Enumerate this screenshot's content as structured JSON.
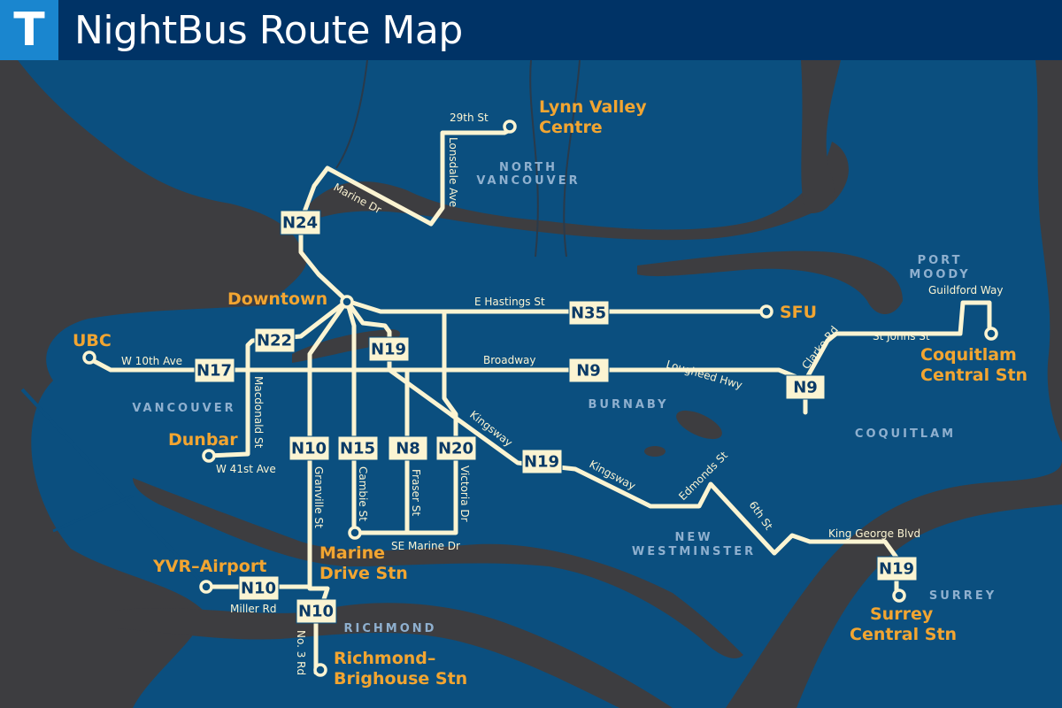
{
  "header": {
    "logo_letter": "T",
    "title": "NightBus Route Map"
  },
  "colors": {
    "header_bg": "#003366",
    "logo_bg": "#1a86cf",
    "water": "#3d3d40",
    "land": "#0b4f7f",
    "route_line": "#fbf4d2",
    "destination_text": "#f2a531",
    "area_text": "#8fb0cf"
  },
  "areas": {
    "north_vancouver_1": "NORTH",
    "north_vancouver_2": "VANCOUVER",
    "vancouver": "VANCOUVER",
    "burnaby": "BURNABY",
    "port_moody_1": "PORT",
    "port_moody_2": "MOODY",
    "coquitlam": "COQUITLAM",
    "new_westminster_1": "NEW",
    "new_westminster_2": "WESTMINSTER",
    "richmond": "RICHMOND",
    "surrey": "SURREY"
  },
  "destinations": {
    "lynn_valley_1": "Lynn Valley",
    "lynn_valley_2": "Centre",
    "downtown": "Downtown",
    "sfu": "SFU",
    "ubc": "UBC",
    "dunbar": "Dunbar",
    "coquitlam_1": "Coquitlam",
    "coquitlam_2": "Central Stn",
    "marine_drive_1": "Marine",
    "marine_drive_2": "Drive Stn",
    "yvr": "YVR–Airport",
    "richmond_1": "Richmond–",
    "richmond_2": "Brighouse Stn",
    "surrey_1": "Surrey",
    "surrey_2": "Central Stn"
  },
  "streets": {
    "29th": "29th St",
    "lonsdale": "Lonsdale Ave",
    "marine_dr": "Marine Dr",
    "e_hastings": "E Hastings St",
    "broadway": "Broadway",
    "w_10th": "W 10th Ave",
    "macdonald": "Macdonald St",
    "w_41st": "W 41st Ave",
    "granville": "Granville St",
    "cambie": "Cambie St",
    "fraser": "Fraser St",
    "victoria": "Victoria Dr",
    "se_marine": "SE Marine Dr",
    "kingsway_1": "Kingsway",
    "kingsway_2": "Kingsway",
    "edmonds": "Edmonds St",
    "sixth": "6th St",
    "king_george": "King George Blvd",
    "lougheed": "Lougheed Hwy",
    "clarke": "Clarke Rd",
    "st_johns": "St Johns St",
    "guildford": "Guildford Way",
    "miller": "Miller Rd",
    "no3": "No. 3 Rd"
  },
  "routes": {
    "n24": "N24",
    "n22": "N22",
    "n17": "N17",
    "n19_a": "N19",
    "n19_b": "N19",
    "n19_c": "N19",
    "n35": "N35",
    "n9_a": "N9",
    "n9_b": "N9",
    "n10_a": "N10",
    "n10_b": "N10",
    "n10_c": "N10",
    "n15": "N15",
    "n8": "N8",
    "n20": "N20"
  }
}
